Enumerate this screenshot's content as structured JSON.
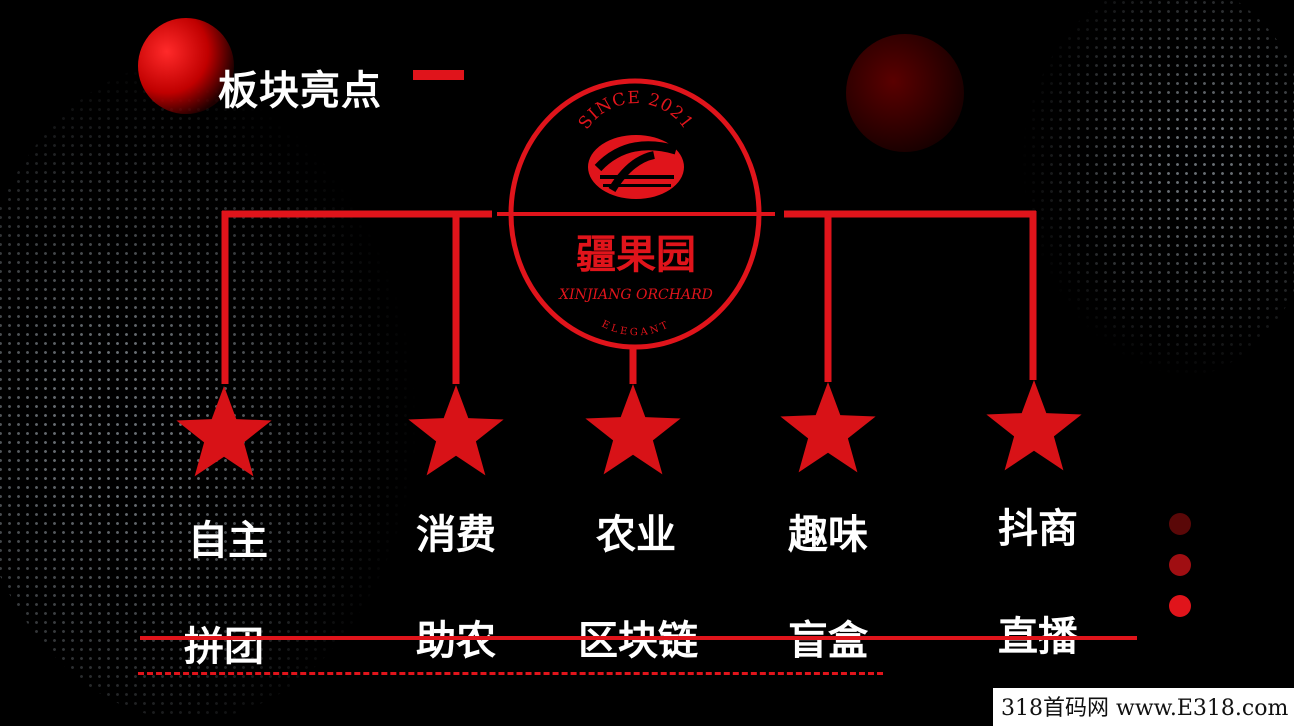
{
  "title": "板块亮点",
  "logo": {
    "since": "SINCE 2021",
    "name_cn": "疆果园",
    "name_en": "XINJIANG ORCHARD",
    "tagline": "ELEGANT"
  },
  "items": [
    {
      "line1": "自主",
      "line2": "拼团"
    },
    {
      "line1": "消费",
      "line2": "助农"
    },
    {
      "line1": "农业",
      "line2": "区块链"
    },
    {
      "line1": "趣味",
      "line2": "盲盒"
    },
    {
      "line1": "抖商",
      "line2": "直播"
    }
  ],
  "watermark": "318首码网 www.E318.com",
  "colors": {
    "accent": "#e0141b",
    "background": "#000000",
    "text": "#ffffff"
  }
}
